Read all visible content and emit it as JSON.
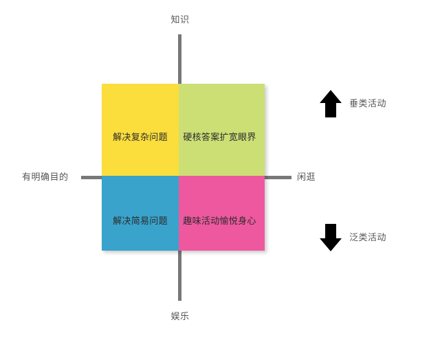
{
  "diagram": {
    "type": "2x2-quadrant-matrix",
    "axes": {
      "vertical": {
        "top_label": "知识",
        "bottom_label": "娱乐",
        "color": "#787878"
      },
      "horizontal": {
        "left_label": "有明确目的",
        "right_label": "闲逛",
        "color": "#787878"
      }
    },
    "quadrants": [
      {
        "position": "top-left",
        "label": "解决复杂问题",
        "color": "#fbdd3c",
        "icon": "quadrant-top-left"
      },
      {
        "position": "top-right",
        "label": "硬核答案扩宽眼界",
        "color": "#ccdf75",
        "icon": "quadrant-top-right"
      },
      {
        "position": "bottom-left",
        "label": "解决简易问题",
        "color": "#39a3cc",
        "icon": "quadrant-bottom-left"
      },
      {
        "position": "bottom-right",
        "label": "趣味活动愉悦身心",
        "color": "#ee589f",
        "icon": "quadrant-bottom-right"
      }
    ],
    "legend": [
      {
        "icon": "arrow-up-icon",
        "label": "垂类活动",
        "color": "#000000"
      },
      {
        "icon": "arrow-down-icon",
        "label": "泛类活动",
        "color": "#000000"
      }
    ]
  }
}
